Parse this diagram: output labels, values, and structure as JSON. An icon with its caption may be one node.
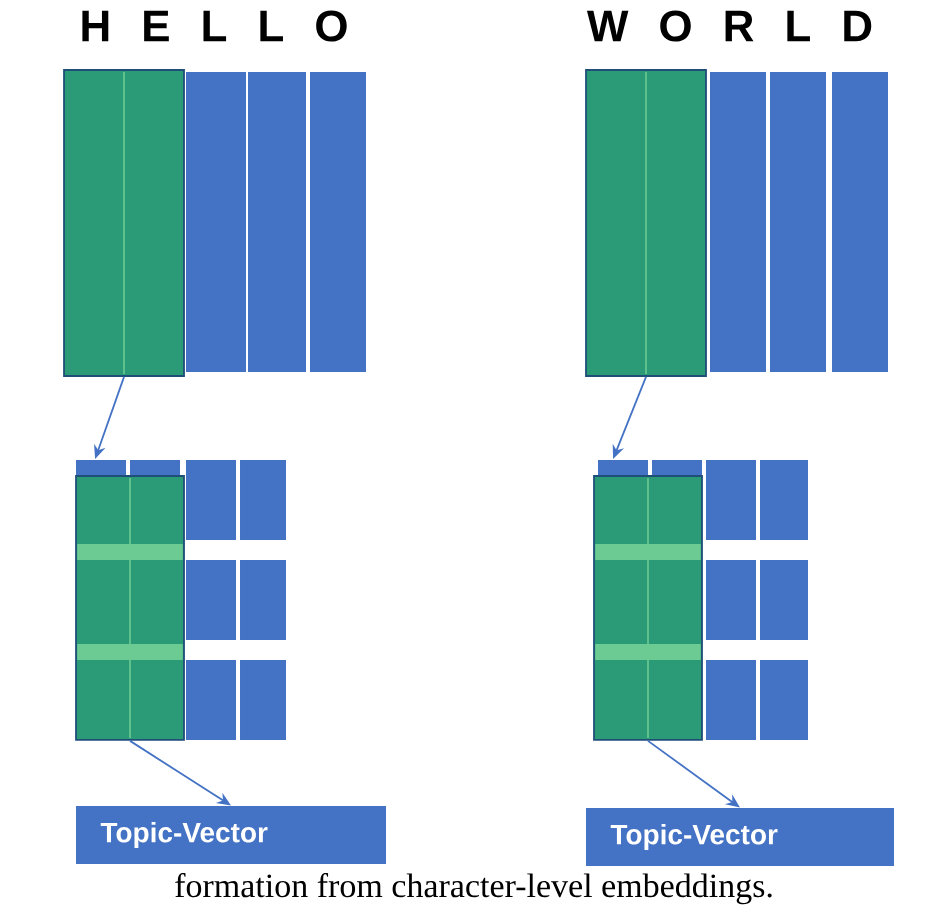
{
  "diagram": {
    "caption": "formation from character-level embeddings.",
    "nodes": [
      {
        "text": [],
        "shape": "box"
      },
      {
        "text": [],
        "shape": "box"
      },
      {
        "text": [
          "Topic-Vector"
        ]
      },
      {
        "text": [],
        "shape": "box"
      },
      {
        "text": [],
        "shape": "box"
      },
      {
        "text": [
          "Topic-Vector"
        ]
      }
    ],
    "edges": [
      {
        "from": 0,
        "to": 1,
        "arrow": "to"
      },
      {
        "from": 1,
        "to": 2,
        "arrow": "to"
      },
      {
        "from": 3,
        "to": 4,
        "arrow": "to"
      },
      {
        "from": 4,
        "to": 5,
        "arrow": "to"
      }
    ],
    "labels": [
      "H E L L O",
      "W O R L D"
    ]
  }
}
